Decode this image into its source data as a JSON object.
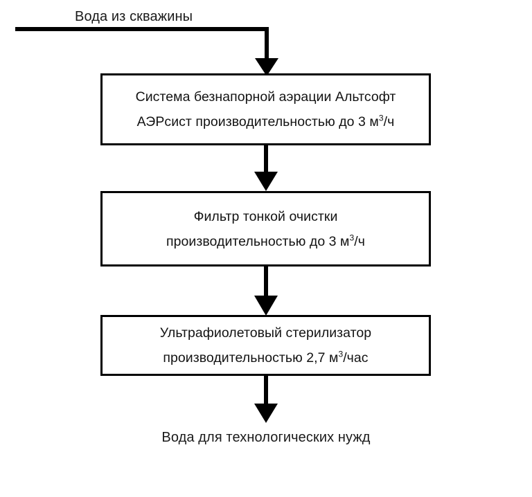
{
  "diagram": {
    "type": "flowchart",
    "orientation": "top-to-bottom",
    "title_top": "Вода из скважины",
    "title_bottom": "Вода для технологических нужд",
    "line_color": "#000000",
    "text_color": "#131313",
    "background": "#ffffff",
    "steps": [
      {
        "id": "aeration",
        "line1": "Система безнапорной аэрации  Альтсофт",
        "line2_prefix": "АЭРсист производительностью до 3 м",
        "line2_sup": "3",
        "line2_suffix": "/ч"
      },
      {
        "id": "fine-filter",
        "line1": "Фильтр тонкой очистки",
        "line2_prefix": "производительностью до 3 м",
        "line2_sup": "3",
        "line2_suffix": "/ч"
      },
      {
        "id": "uv-sterilizer",
        "line1": "Ультрафиолетовый стерилизатор",
        "line2_prefix": "производительностью 2,7 м",
        "line2_sup": "3",
        "line2_suffix": "/час"
      }
    ],
    "connectors": [
      {
        "id": "inlet-elbow-arrow",
        "shape": "elbow-down"
      },
      {
        "id": "aeration-to-filter",
        "shape": "straight-down"
      },
      {
        "id": "filter-to-uv",
        "shape": "straight-down"
      },
      {
        "id": "uv-to-outlet",
        "shape": "straight-down"
      }
    ]
  }
}
